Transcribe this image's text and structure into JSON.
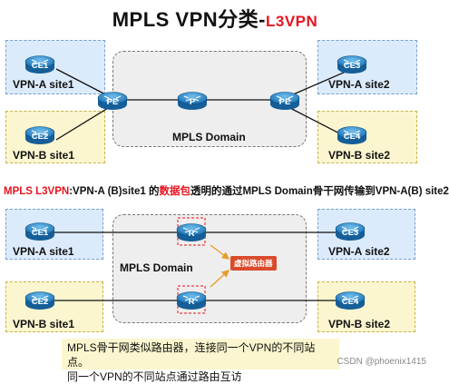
{
  "title": {
    "main": "MPLS VPN分类-",
    "accent": "L3VPN"
  },
  "top_diagram": {
    "domain_label": "MPLS Domain",
    "nodes": {
      "ce1": "CE1",
      "ce2": "CE2",
      "ce3": "CE3",
      "ce4": "CE4",
      "pe_left": "PE",
      "p": "P",
      "pe_right": "PE"
    },
    "sites": {
      "left_top": "VPN-A site1",
      "left_bottom": "VPN-B site1",
      "right_top": "VPN-A site2",
      "right_bottom": "VPN-B site2"
    }
  },
  "description": {
    "prefix_red": "MPLS L3VPN",
    "part1": ":VPN-A (B)site1 的",
    "keyword_red": "数据包",
    "part2": "透明的通过MPLS Domain骨干网传输到VPN-A(B) site2"
  },
  "bottom_diagram": {
    "domain_label": "MPLS Domain",
    "virtual_router_tag": "虚拟路由器",
    "nodes": {
      "ce1": "CE1",
      "ce2": "CE2",
      "ce3": "CE3",
      "ce4": "CE4",
      "r_top": "R",
      "r_bottom": "R"
    },
    "sites": {
      "left_top": "VPN-A site1",
      "left_bottom": "VPN-B site1",
      "right_top": "VPN-A site2",
      "right_bottom": "VPN-B site2"
    }
  },
  "footnote": {
    "line1": "MPLS骨干网类似路由器，连接同一个VPN的不同站点。",
    "line2": "同一个VPN的不同站点通过路由互访"
  },
  "watermark": "CSDN @phoenix1415",
  "colors": {
    "accent_red": "#e8121f",
    "router_blue": "#1e7fc4",
    "site_blue_bg": "#dcebfb",
    "site_yellow_bg": "#fbf6cf",
    "domain_bg": "#eeeeee",
    "tag_red": "#d94b2b"
  }
}
